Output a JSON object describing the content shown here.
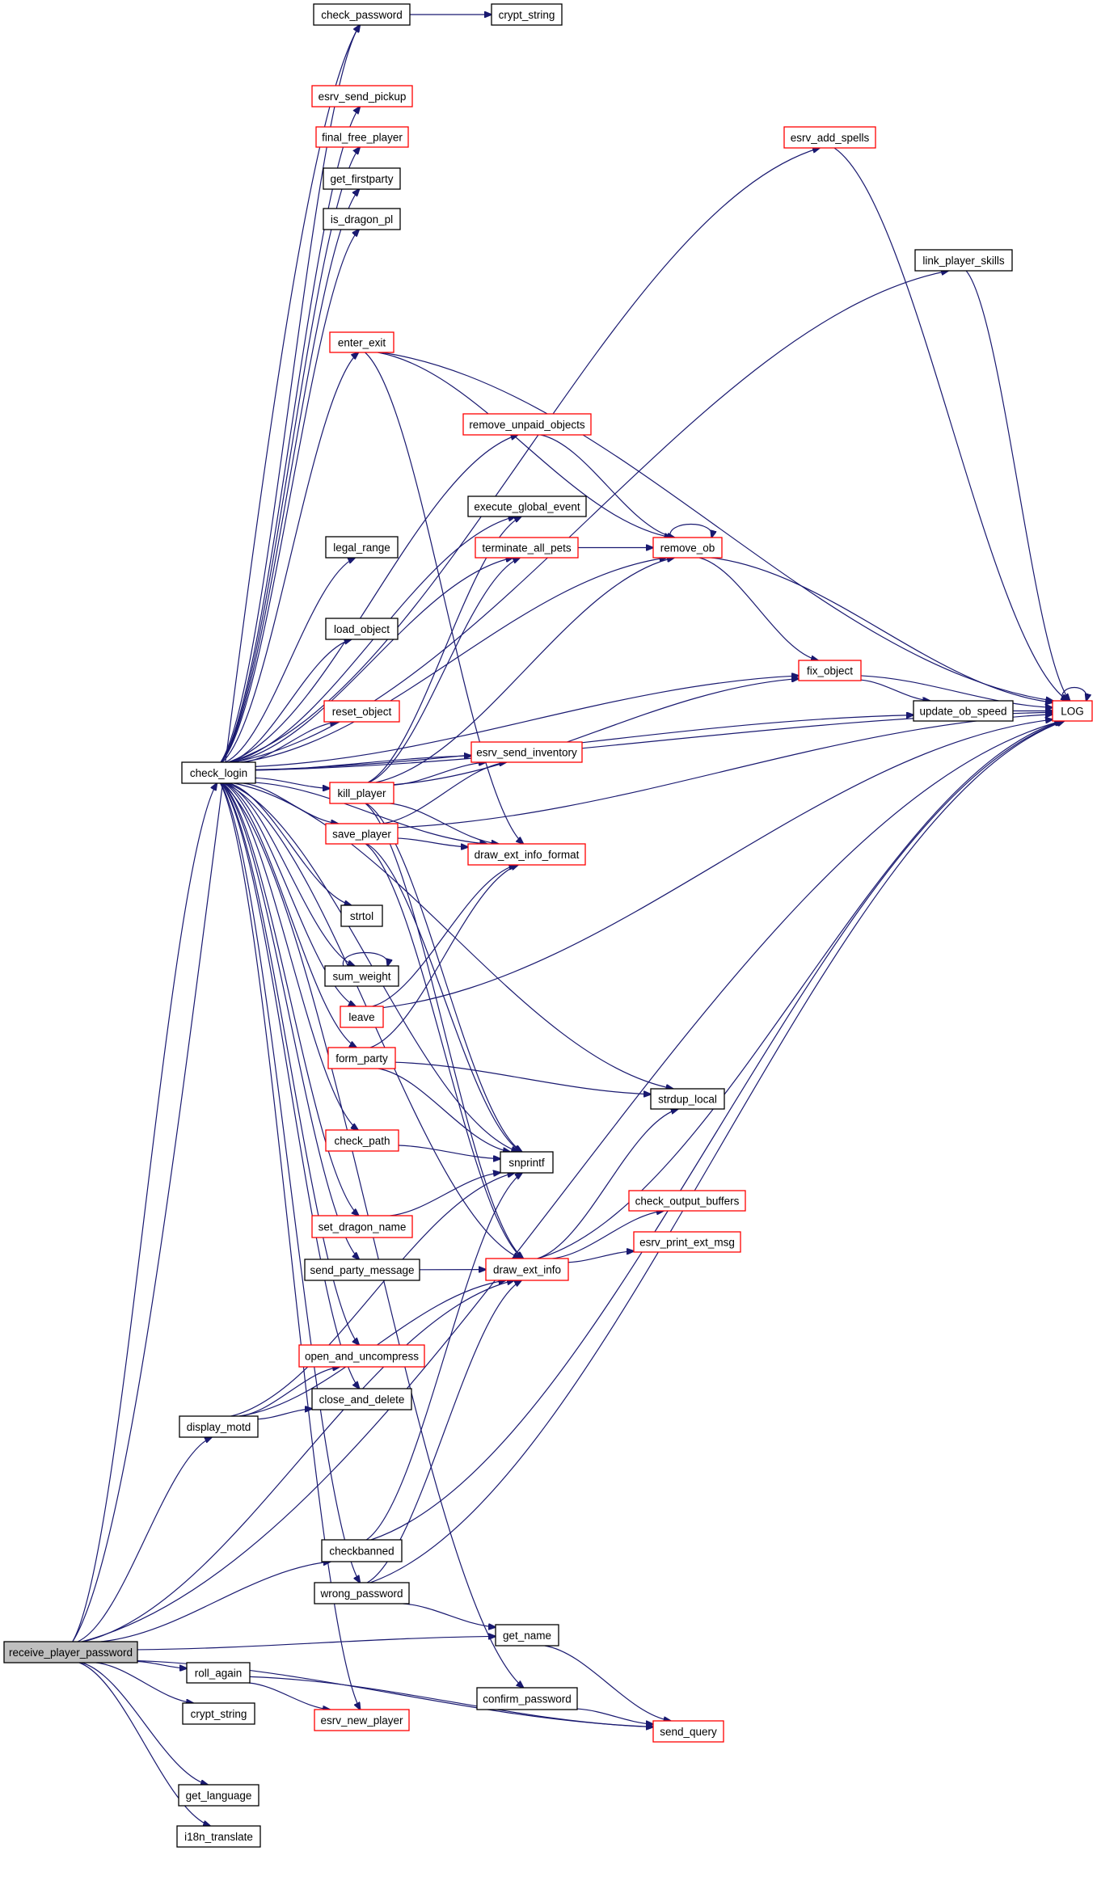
{
  "title": "Call graph for receive_player_password",
  "colors": {
    "edge": "#191970",
    "node_border_default": "#000000",
    "node_border_truncated": "#ff0000",
    "root_fill": "#bfbfbf"
  },
  "nodes": [
    {
      "id": "receive_player_password",
      "label": "receive_player_password",
      "style": "root"
    },
    {
      "id": "check_login",
      "label": "check_login",
      "style": "black"
    },
    {
      "id": "check_password",
      "label": "check_password",
      "style": "black"
    },
    {
      "id": "crypt_string_top",
      "label": "crypt_string",
      "style": "black"
    },
    {
      "id": "esrv_send_pickup",
      "label": "esrv_send_pickup",
      "style": "red"
    },
    {
      "id": "final_free_player",
      "label": "final_free_player",
      "style": "red"
    },
    {
      "id": "esrv_add_spells",
      "label": "esrv_add_spells",
      "style": "red"
    },
    {
      "id": "get_firstparty",
      "label": "get_firstparty",
      "style": "black"
    },
    {
      "id": "is_dragon_pl",
      "label": "is_dragon_pl",
      "style": "black"
    },
    {
      "id": "link_player_skills",
      "label": "link_player_skills",
      "style": "black"
    },
    {
      "id": "enter_exit",
      "label": "enter_exit",
      "style": "red"
    },
    {
      "id": "remove_unpaid_objects",
      "label": "remove_unpaid_objects",
      "style": "red"
    },
    {
      "id": "execute_global_event",
      "label": "execute_global_event",
      "style": "black"
    },
    {
      "id": "terminate_all_pets",
      "label": "terminate_all_pets",
      "style": "red"
    },
    {
      "id": "remove_ob",
      "label": "remove_ob",
      "style": "red"
    },
    {
      "id": "legal_range",
      "label": "legal_range",
      "style": "black"
    },
    {
      "id": "load_object",
      "label": "load_object",
      "style": "black"
    },
    {
      "id": "fix_object",
      "label": "fix_object",
      "style": "red"
    },
    {
      "id": "reset_object",
      "label": "reset_object",
      "style": "red"
    },
    {
      "id": "update_ob_speed",
      "label": "update_ob_speed",
      "style": "black"
    },
    {
      "id": "LOG",
      "label": "LOG",
      "style": "red"
    },
    {
      "id": "esrv_send_inventory",
      "label": "esrv_send_inventory",
      "style": "red"
    },
    {
      "id": "kill_player",
      "label": "kill_player",
      "style": "red"
    },
    {
      "id": "save_player",
      "label": "save_player",
      "style": "red"
    },
    {
      "id": "draw_ext_info_format",
      "label": "draw_ext_info_format",
      "style": "red"
    },
    {
      "id": "strtol",
      "label": "strtol",
      "style": "black"
    },
    {
      "id": "sum_weight",
      "label": "sum_weight",
      "style": "black"
    },
    {
      "id": "leave",
      "label": "leave",
      "style": "red"
    },
    {
      "id": "form_party",
      "label": "form_party",
      "style": "red"
    },
    {
      "id": "strdup_local",
      "label": "strdup_local",
      "style": "black"
    },
    {
      "id": "check_path",
      "label": "check_path",
      "style": "red"
    },
    {
      "id": "snprintf",
      "label": "snprintf",
      "style": "black"
    },
    {
      "id": "check_output_buffers",
      "label": "check_output_buffers",
      "style": "red"
    },
    {
      "id": "set_dragon_name",
      "label": "set_dragon_name",
      "style": "red"
    },
    {
      "id": "esrv_print_ext_msg",
      "label": "esrv_print_ext_msg",
      "style": "red"
    },
    {
      "id": "send_party_message",
      "label": "send_party_message",
      "style": "black"
    },
    {
      "id": "draw_ext_info",
      "label": "draw_ext_info",
      "style": "red"
    },
    {
      "id": "open_and_uncompress",
      "label": "open_and_uncompress",
      "style": "red"
    },
    {
      "id": "close_and_delete",
      "label": "close_and_delete",
      "style": "black"
    },
    {
      "id": "display_motd",
      "label": "display_motd",
      "style": "black"
    },
    {
      "id": "checkbanned",
      "label": "checkbanned",
      "style": "black"
    },
    {
      "id": "wrong_password",
      "label": "wrong_password",
      "style": "black"
    },
    {
      "id": "get_name",
      "label": "get_name",
      "style": "black"
    },
    {
      "id": "roll_again",
      "label": "roll_again",
      "style": "black"
    },
    {
      "id": "confirm_password",
      "label": "confirm_password",
      "style": "black"
    },
    {
      "id": "crypt_string_bottom",
      "label": "crypt_string",
      "style": "black"
    },
    {
      "id": "esrv_new_player",
      "label": "esrv_new_player",
      "style": "red"
    },
    {
      "id": "send_query",
      "label": "send_query",
      "style": "red"
    },
    {
      "id": "get_language",
      "label": "get_language",
      "style": "black"
    },
    {
      "id": "i18n_translate",
      "label": "i18n_translate",
      "style": "black"
    }
  ],
  "edges": [
    [
      "receive_player_password",
      "check_login"
    ],
    [
      "receive_player_password",
      "check_password"
    ],
    [
      "receive_player_password",
      "display_motd"
    ],
    [
      "receive_player_password",
      "draw_ext_info"
    ],
    [
      "receive_player_password",
      "checkbanned"
    ],
    [
      "receive_player_password",
      "get_name"
    ],
    [
      "receive_player_password",
      "roll_again"
    ],
    [
      "receive_player_password",
      "crypt_string_bottom"
    ],
    [
      "receive_player_password",
      "send_query"
    ],
    [
      "receive_player_password",
      "get_language"
    ],
    [
      "receive_player_password",
      "i18n_translate"
    ],
    [
      "receive_player_password",
      "LOG"
    ],
    [
      "check_login",
      "check_password"
    ],
    [
      "check_login",
      "esrv_send_pickup"
    ],
    [
      "check_login",
      "final_free_player"
    ],
    [
      "check_login",
      "esrv_add_spells"
    ],
    [
      "check_login",
      "get_firstparty"
    ],
    [
      "check_login",
      "is_dragon_pl"
    ],
    [
      "check_login",
      "link_player_skills"
    ],
    [
      "check_login",
      "LOG"
    ],
    [
      "check_login",
      "enter_exit"
    ],
    [
      "check_login",
      "remove_unpaid_objects"
    ],
    [
      "check_login",
      "remove_ob"
    ],
    [
      "check_login",
      "execute_global_event"
    ],
    [
      "check_login",
      "terminate_all_pets"
    ],
    [
      "check_login",
      "legal_range"
    ],
    [
      "check_login",
      "fix_object"
    ],
    [
      "check_login",
      "load_object"
    ],
    [
      "check_login",
      "update_ob_speed"
    ],
    [
      "check_login",
      "reset_object"
    ],
    [
      "check_login",
      "esrv_send_inventory"
    ],
    [
      "check_login",
      "kill_player"
    ],
    [
      "check_login",
      "save_player"
    ],
    [
      "check_login",
      "draw_ext_info_format"
    ],
    [
      "check_login",
      "strtol"
    ],
    [
      "check_login",
      "sum_weight"
    ],
    [
      "check_login",
      "leave"
    ],
    [
      "check_login",
      "form_party"
    ],
    [
      "check_login",
      "strdup_local"
    ],
    [
      "check_login",
      "check_path"
    ],
    [
      "check_login",
      "snprintf"
    ],
    [
      "check_login",
      "set_dragon_name"
    ],
    [
      "check_login",
      "send_party_message"
    ],
    [
      "check_login",
      "draw_ext_info"
    ],
    [
      "check_login",
      "open_and_uncompress"
    ],
    [
      "check_login",
      "close_and_delete"
    ],
    [
      "check_login",
      "wrong_password"
    ],
    [
      "check_login",
      "confirm_password"
    ],
    [
      "check_login",
      "esrv_new_player"
    ],
    [
      "check_password",
      "crypt_string_top"
    ],
    [
      "esrv_add_spells",
      "LOG"
    ],
    [
      "link_player_skills",
      "LOG"
    ],
    [
      "enter_exit",
      "LOG"
    ],
    [
      "enter_exit",
      "remove_ob"
    ],
    [
      "enter_exit",
      "draw_ext_info_format"
    ],
    [
      "remove_unpaid_objects",
      "remove_ob"
    ],
    [
      "terminate_all_pets",
      "remove_ob"
    ],
    [
      "remove_ob",
      "remove_ob"
    ],
    [
      "remove_ob",
      "fix_object"
    ],
    [
      "remove_ob",
      "LOG"
    ],
    [
      "fix_object",
      "LOG"
    ],
    [
      "fix_object",
      "update_ob_speed"
    ],
    [
      "update_ob_speed",
      "LOG"
    ],
    [
      "LOG",
      "LOG"
    ],
    [
      "kill_player",
      "execute_global_event"
    ],
    [
      "kill_player",
      "terminate_all_pets"
    ],
    [
      "kill_player",
      "remove_ob"
    ],
    [
      "kill_player",
      "fix_object"
    ],
    [
      "kill_player",
      "esrv_send_inventory"
    ],
    [
      "kill_player",
      "draw_ext_info_format"
    ],
    [
      "kill_player",
      "snprintf"
    ],
    [
      "kill_player",
      "draw_ext_info"
    ],
    [
      "save_player",
      "esrv_send_inventory"
    ],
    [
      "save_player",
      "LOG"
    ],
    [
      "save_player",
      "draw_ext_info_format"
    ],
    [
      "save_player",
      "snprintf"
    ],
    [
      "save_player",
      "draw_ext_info"
    ],
    [
      "sum_weight",
      "sum_weight"
    ],
    [
      "leave",
      "draw_ext_info_format"
    ],
    [
      "leave",
      "LOG"
    ],
    [
      "form_party",
      "draw_ext_info_format"
    ],
    [
      "form_party",
      "strdup_local"
    ],
    [
      "form_party",
      "snprintf"
    ],
    [
      "check_path",
      "snprintf"
    ],
    [
      "set_dragon_name",
      "snprintf"
    ],
    [
      "send_party_message",
      "draw_ext_info"
    ],
    [
      "draw_ext_info",
      "strdup_local"
    ],
    [
      "draw_ext_info",
      "check_output_buffers"
    ],
    [
      "draw_ext_info",
      "esrv_print_ext_msg"
    ],
    [
      "draw_ext_info",
      "LOG"
    ],
    [
      "display_motd",
      "open_and_uncompress"
    ],
    [
      "display_motd",
      "close_and_delete"
    ],
    [
      "display_motd",
      "snprintf"
    ],
    [
      "display_motd",
      "draw_ext_info"
    ],
    [
      "checkbanned",
      "snprintf"
    ],
    [
      "checkbanned",
      "LOG"
    ],
    [
      "wrong_password",
      "draw_ext_info"
    ],
    [
      "wrong_password",
      "LOG"
    ],
    [
      "wrong_password",
      "get_name"
    ],
    [
      "get_name",
      "send_query"
    ],
    [
      "roll_again",
      "esrv_new_player"
    ],
    [
      "roll_again",
      "send_query"
    ],
    [
      "confirm_password",
      "send_query"
    ]
  ]
}
